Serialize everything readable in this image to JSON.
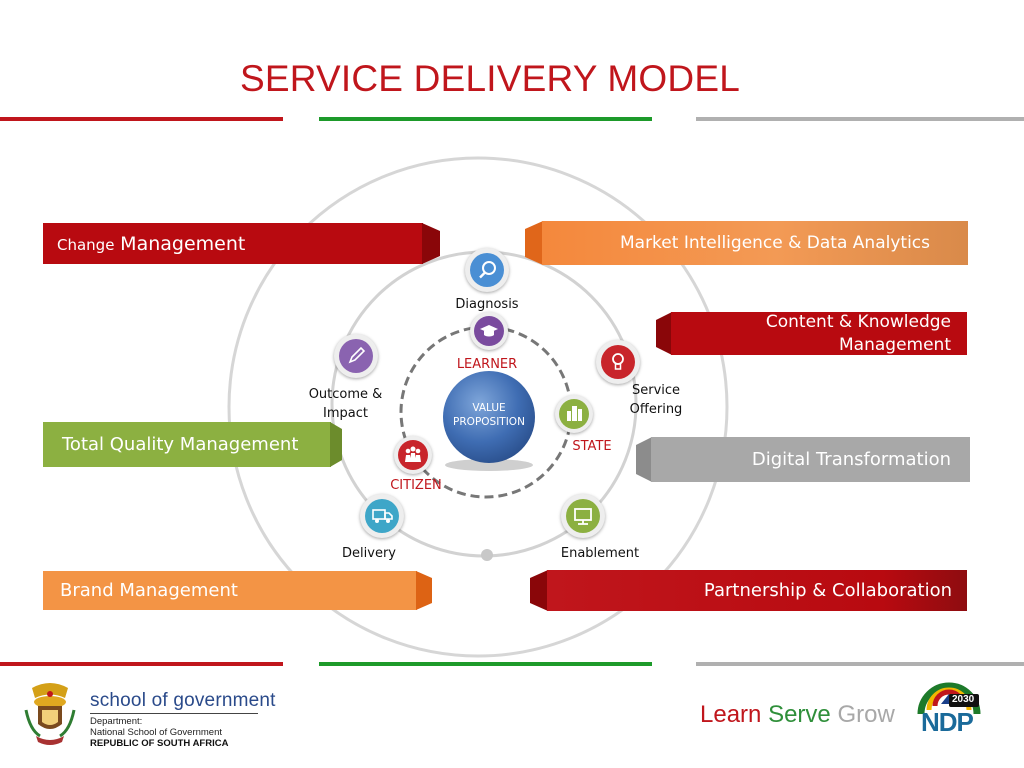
{
  "header": {
    "title": "SERVICE DELIVERY MODEL"
  },
  "colors": {
    "red": "#c0161c",
    "green": "#1d9a2a",
    "grey": "#b0b0b0",
    "orange": "#f08a3c",
    "olive_green": "#8cb041",
    "blue": "#4a74b8"
  },
  "bands": {
    "change_management": {
      "small": "Change",
      "large": "Management"
    },
    "market_intelligence": "Market Intelligence & Data Analytics",
    "content_knowledge": {
      "line1": "Content & Knowledge",
      "line2": "Management"
    },
    "total_quality": "Total Quality Management",
    "digital_transformation": "Digital Transformation",
    "brand_management": "Brand Management",
    "partnership": "Partnership & Collaboration"
  },
  "cycle": {
    "diagnosis": "Diagnosis",
    "service_offering": {
      "line1": "Service",
      "line2": "Offering"
    },
    "enablement": "Enablement",
    "delivery": "Delivery",
    "outcome_impact": {
      "line1": "Outcome &",
      "line2": "Impact"
    }
  },
  "inner": {
    "learner": "LEARNER",
    "state": "STATE",
    "citizen": "CITIZEN",
    "value_proposition": {
      "line1": "VALUE",
      "line2": "PROPOSITION"
    }
  },
  "icons": {
    "diagnosis": "magnifier-icon",
    "service_offering": "lightbulb-icon",
    "enablement": "monitor-icon",
    "delivery": "truck-icon",
    "outcome_impact": "pencil-icon",
    "learner": "graduation-cap-icon",
    "state": "building-icon",
    "citizen": "people-icon"
  },
  "footer": {
    "school_name": "school of government",
    "department": "Department:",
    "department_name": "National School of Government",
    "country": "REPUBLIC OF SOUTH AFRICA",
    "tagline": {
      "learn": "Learn",
      "serve": "Serve",
      "grow": "Grow"
    },
    "ndp_year": "2030",
    "ndp": "NDP"
  }
}
